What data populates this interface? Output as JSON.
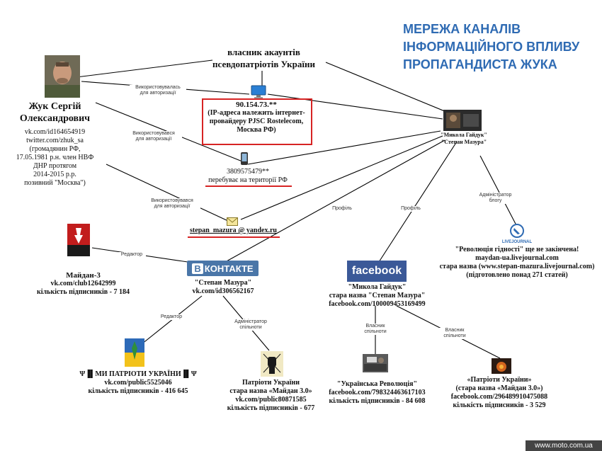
{
  "title": {
    "line1": "МЕРЕЖА КАНАЛІВ",
    "line2": "ІНФОРМАЦІЙНОГО ВПЛИВУ",
    "line3": "ПРОПАГАНДИСТА ЖУКА"
  },
  "owner": {
    "line1": "власник акаунтів",
    "line2": "псевдопатріотів України"
  },
  "person": {
    "name1": "Жук Сергій",
    "name2": "Олександрович",
    "info": [
      "vk.com/id164654919",
      "twitter.com/zhuk_sa",
      "(громадянин РФ,",
      "17.05.1981 р.н. член НВФ",
      "ДНР протягом",
      "2014-2015 р.р.",
      "позивний \"Москва\")"
    ]
  },
  "ip": {
    "address": "90.154.73.**",
    "desc": [
      "(IP-адреса належить інтернет-",
      "провайдеру PJSC Rostelecom,",
      "Москва РФ)"
    ]
  },
  "phone": {
    "number": "3809575479**",
    "note": "перебуває на території РФ"
  },
  "email": {
    "address": "stepan_mazura @ yandex.ru"
  },
  "hub": {
    "line1": "\"Микола Гайдук\"",
    "line2": "\"Степан Мазура\""
  },
  "edges": {
    "auth1": [
      "Використовувалась",
      "для авторизації"
    ],
    "auth2": [
      "Використовувався",
      "для авторизації"
    ],
    "auth3": [
      "Використовувався",
      "для авторизації"
    ],
    "profile1": "Профіль",
    "profile2": "Профіль",
    "blog_admin": [
      "Адміністратор",
      "блогу"
    ],
    "editor1": "Редактор",
    "editor2": "Редактор",
    "community_admin": [
      "Адміністратор",
      "спільноти"
    ],
    "owner1": [
      "Власник",
      "спільноти"
    ],
    "owner2": [
      "Власник",
      "спільноти"
    ]
  },
  "maidan3": {
    "name": "Майдан-3",
    "url": "vk.com/club12642999",
    "subs": "кількість підписників - 7 184"
  },
  "vk": {
    "logo_b": "В",
    "logo_text": "КОНТАКТЕ",
    "name": "\"Степан Мазура\"",
    "url": "vk.com/id306562167"
  },
  "facebook": {
    "logo": "facebook",
    "name": "\"Микола Гайдук\"",
    "old_name": "стара назва \"Степан Мазура\"",
    "url": "facebook.com/100009453169499"
  },
  "livejournal": {
    "logo_text": "LIVEJOURNAL",
    "name": "\"Революція гідності\" ще не закінчена!",
    "url": "maydan-ua.livejournal.com",
    "old_name": "стара назва (www.stepan-mazura.livejournal.com)",
    "note": "(підготовлено понад 271 статей)"
  },
  "patriots_vk": {
    "name": "Ψ▐▌МИ ПАТРІОТИ УКРАЇНИ▐▌Ψ",
    "url": "vk.com/public5525046",
    "subs": "кількість підписників - 416 645"
  },
  "patriots_vk2": {
    "name": "Патріоти України",
    "old_name": "стара назва «Майдан 3.0»",
    "url": "vk.com/public80871585",
    "subs": "кількість підписників - 677"
  },
  "ukr_revolution": {
    "name": "\"Українська Революція\"",
    "url": "facebook.com/798324463617103",
    "subs": "кількість підписників - 84 608"
  },
  "patriots_fb": {
    "name": "«Патріоти України»",
    "old_name": "(стара назва «Майдан 3.0»)",
    "url": "facebook.com/296489910475088",
    "subs": "кількість підписників - 3 529"
  },
  "watermark": "www.moto.com.ua",
  "colors": {
    "title_blue": "#2f6bb3",
    "vk_blue": "#4a76a8",
    "fb_blue": "#3b5998",
    "red": "#d72424"
  },
  "icons": [
    "person-photo",
    "monitor-icon",
    "phone-icon",
    "email-icon",
    "hub-avatar",
    "livejournal-icon",
    "maidan3-logo",
    "patriots-logo",
    "fist-logo",
    "revolution-photo",
    "patriots-fb-photo"
  ]
}
